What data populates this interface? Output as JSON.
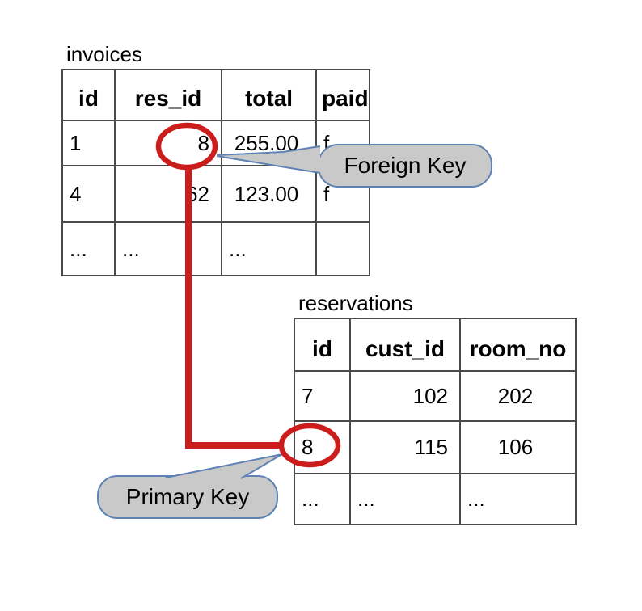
{
  "diagram": {
    "background": "#ffffff",
    "accent_red": "#cc1d1d",
    "callout_fill": "#c9c9c9",
    "callout_border": "#5f82b5",
    "table_border": "#4a4a4a"
  },
  "tables": [
    {
      "name": "invoices",
      "title": "invoices",
      "headers": [
        "id",
        "res_id",
        "total",
        "paid"
      ],
      "column_aligns": [
        "left",
        "right",
        "center",
        "left"
      ],
      "rows": [
        [
          "1",
          "8",
          "255.00",
          "f"
        ],
        [
          "4",
          "62",
          "123.00",
          "f"
        ],
        [
          "...",
          "...",
          "...",
          ""
        ]
      ]
    },
    {
      "name": "reservations",
      "title": "reservations",
      "headers": [
        "id",
        "cust_id",
        "room_no"
      ],
      "column_aligns": [
        "left",
        "right",
        "center"
      ],
      "rows": [
        [
          "7",
          "102",
          "202"
        ],
        [
          "8",
          "115",
          "106"
        ],
        [
          "...",
          "...",
          "..."
        ]
      ]
    }
  ],
  "callouts": {
    "foreign_key": {
      "label": "Foreign Key"
    },
    "primary_key": {
      "label": "Primary Key"
    }
  },
  "relationship": {
    "from_table": "invoices",
    "from_column": "res_id",
    "from_value": "8",
    "to_table": "reservations",
    "to_column": "id",
    "to_value": "8"
  }
}
